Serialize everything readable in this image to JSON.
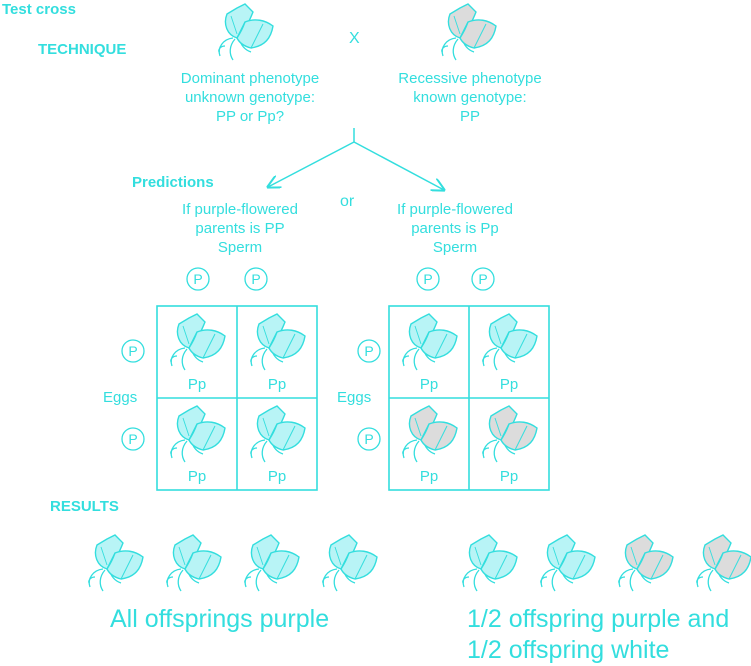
{
  "title": "Test cross",
  "technique_label": "TECHNIQUE",
  "cross_symbol": "X",
  "dominant_caption": [
    "Dominant phenotype",
    "unknown genotype:",
    "PP or Pp?"
  ],
  "recessive_caption": [
    "Recessive phenotype",
    "known genotype:",
    "PP"
  ],
  "predictions_label": "Predictions",
  "or_label": "or",
  "left_prediction": [
    "If purple-flowered",
    "parents is PP",
    "Sperm"
  ],
  "right_prediction": [
    "If purple-flowered",
    "parents is Pp",
    "Sperm"
  ],
  "allele": "P",
  "eggs_label": "Eggs",
  "left_grid_cells": [
    "Pp",
    "Pp",
    "Pp",
    "Pp"
  ],
  "right_grid_cells": [
    "Pp",
    "Pp",
    "Pp",
    "Pp"
  ],
  "results_label": "RESULTS",
  "left_result": [
    "All offsprings purple"
  ],
  "right_result": [
    "1/2 offspring purple and",
    "1/2 offspring white"
  ],
  "colors": {
    "accent": "#33dede",
    "purple_fill": "#b8f4f6",
    "white_fill": "#dcdcdc"
  }
}
